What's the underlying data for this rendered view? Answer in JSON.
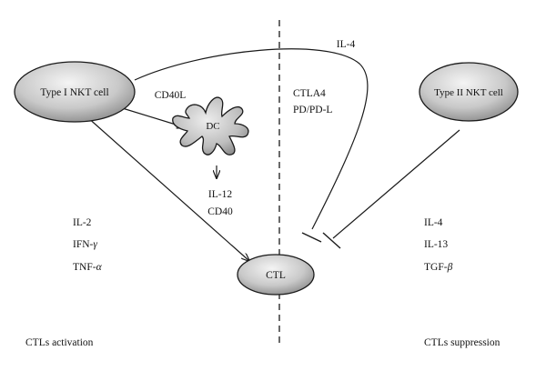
{
  "nodes": {
    "type1_nkt": "Type I NKT cell",
    "type2_nkt": "Type II NKT cell",
    "dc": "DC",
    "ctl": "CTL"
  },
  "labels": {
    "cd40l": "CD40L",
    "il4_top": "IL-4",
    "ctla4": "CTLA4",
    "pd_pdl": "PD/PD-L",
    "il12": "IL-12",
    "cd40": "CD40"
  },
  "left_cytokines": {
    "il2": "IL-2",
    "ifn_prefix": "IFN-",
    "ifn_greek": "γ",
    "tnf_prefix": "TNF-",
    "tnf_greek": "α"
  },
  "right_cytokines": {
    "il4": "IL-4",
    "il13": "IL-13",
    "tgf_prefix": "TGF-",
    "tgf_greek": "β"
  },
  "footer": {
    "left": "CTLs activation",
    "right": "CTLs suppression"
  },
  "colors": {
    "cell_fill_light": "#f2f2f2",
    "cell_fill_dark": "#8a8a8a",
    "line": "#1a1a1a"
  }
}
